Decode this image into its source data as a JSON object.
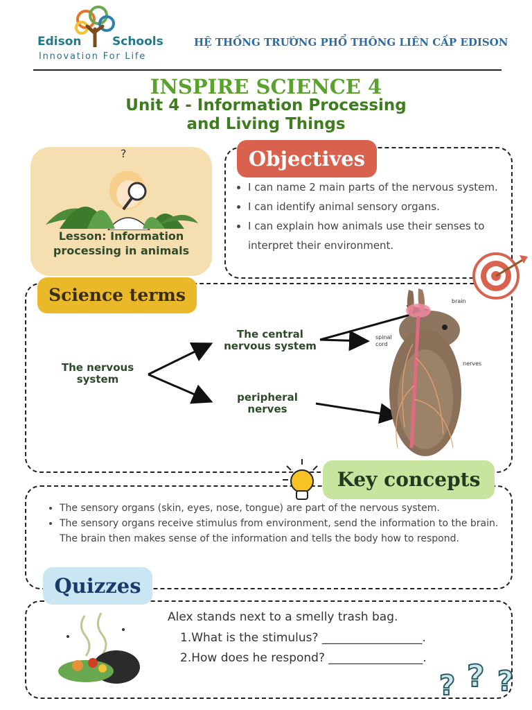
{
  "header": {
    "logo_name_left": "Edison",
    "logo_name_right": "Schools",
    "logo_tagline": "Innovation For Life",
    "school_name": "HỆ THỐNG TRƯỜNG PHỔ THÔNG LIÊN CẤP EDISON"
  },
  "title": "INSPIRE SCIENCE 4",
  "subtitle_line1": "Unit 4 - Information Processing",
  "subtitle_line2": "and Living Things",
  "lesson": {
    "question_mark": "?",
    "label_line1": "Lesson: Information",
    "label_line2": "processing in animals"
  },
  "objectives": {
    "heading": "Objectives",
    "items": [
      "I can name 2 main parts of the nervous system.",
      "I can identify animal sensory organs.",
      "I can explain how animals use their senses to interpret their environment."
    ]
  },
  "science_terms": {
    "heading": "Science terms",
    "root_line1": "The nervous",
    "root_line2": "system",
    "branch1_line1": "The central",
    "branch1_line2": "nervous system",
    "branch2_line1": "peripheral",
    "branch2_line2": "nerves",
    "diagram_labels": {
      "brain": "brain",
      "spinal1": "spinal",
      "spinal2": "cord",
      "nerves": "nerves"
    }
  },
  "key_concepts": {
    "heading": "Key concepts",
    "items": [
      "The sensory organs (skin, eyes, nose, tongue) are part of the nervous system.",
      "The sensory organs receive stimulus from environment, send the information to the brain. The brain then makes sense of the information and tells the body how to respond."
    ]
  },
  "quizzes": {
    "heading": "Quizzes",
    "prompt": "Alex stands next to a smelly trash bag.",
    "q1": "1.What is the stimulus? _________________.",
    "q2": "2.How does he respond? ________________.",
    "question_marks": [
      "?",
      "?",
      "?"
    ]
  },
  "colors": {
    "title_green": "#5aa22c",
    "objectives_red": "#d9624f",
    "terms_yellow": "#e9b92a",
    "key_green": "#c8e5a0",
    "quiz_blue": "#c9e6f2",
    "lesson_bg": "#f5dfb1"
  },
  "icons": [
    "edison-tree-logo-icon",
    "magnifier-girl-illustration",
    "target-icon",
    "lightbulb-icon",
    "trash-bag-illustration",
    "question-marks-icon",
    "rabbit-nervous-system-diagram"
  ]
}
